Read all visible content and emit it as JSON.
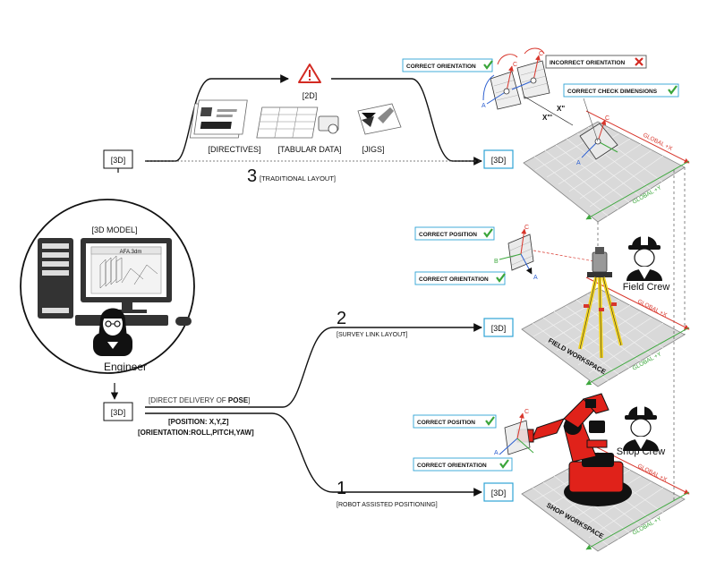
{
  "colors": {
    "accent_blue": "#2fa3d6",
    "robot_red": "#e0221a",
    "tripod_yellow": "#f2d21c",
    "axis_red": "#d8362c",
    "axis_green": "#3ea83e",
    "axis_blue": "#2c5fd0",
    "ok_green": "#3aa53a",
    "bad_red": "#d32a22"
  },
  "top": {
    "label_2d": "[2D]",
    "docs": [
      "[DIRECTIVES]",
      "[TABULAR DATA]",
      "[JIGS]"
    ],
    "doc_icons": [
      "directives-sheet-icon",
      "tabular-printer-icon",
      "jig-sketch-icon"
    ],
    "route_num": "3",
    "route_name": "[TRADITIONAL LAYOUT]",
    "box_left": "[3D]",
    "box_right": "[3D]"
  },
  "engineer": {
    "model_label": "[3D MODEL]",
    "file_name": "AFA.3dm",
    "role": "Engineer",
    "box_below": "[3D]"
  },
  "middle": {
    "route_num": "2",
    "route_name": "[SURVEY LINK LAYOUT]",
    "box": "[3D]",
    "direct_delivery_prefix": "[DIRECT DELIVERY OF ",
    "direct_delivery_bold": "POSE",
    "direct_delivery_suffix": "]",
    "position": "[POSITION: X,Y,Z]",
    "orientation": "[ORIENTATION:ROLL,PITCH,YAW]"
  },
  "bottom": {
    "route_num": "1",
    "route_name": "[ROBOT ASSISTED POSITIONING]",
    "box": "[3D]"
  },
  "callouts": {
    "top_correct_orientation": "CORRECT ORIENTATION",
    "top_incorrect_orientation": "INCORRECT ORIENTATION",
    "top_correct_dimensions": "CORRECT CHECK DIMENSIONS",
    "field_correct_position": "CORRECT POSITION",
    "field_correct_orientation": "CORRECT ORIENTATION",
    "shop_correct_position": "CORRECT POSITION",
    "shop_correct_orientation": "CORRECT ORIENTATION"
  },
  "workspaces": {
    "field": "FIELD WORKSPACE",
    "shop": "SHOP WORKSPACE",
    "field_crew": "Field Crew",
    "shop_crew": "Shop Crew"
  },
  "axes": {
    "global_x": "GLOBAL +X",
    "global_y": "GLOBAL +Y",
    "a": "A",
    "b": "B",
    "c": "C",
    "x2": "X\"",
    "x3": "X\"'"
  }
}
